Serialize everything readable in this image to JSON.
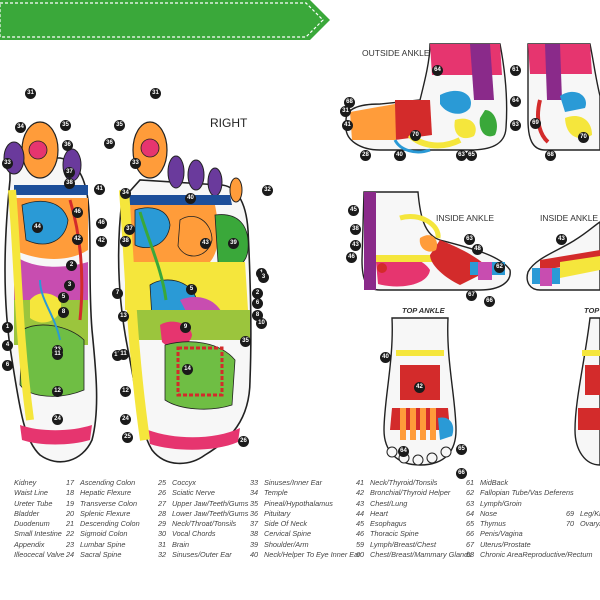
{
  "title": "REFLEXOLOGY CHART",
  "labels": {
    "right": "RIGHT",
    "outside_ankle": "OUTSIDE ANKLE",
    "inside_ankle_1": "INSIDE ANKLE",
    "inside_ankle_2": "INSIDE ANKLE",
    "top_ankle_1": "TOP ANKLE",
    "top_ankle_2": "TOP"
  },
  "legend": [
    [
      {
        "n": "",
        "t": "Kidney"
      },
      {
        "n": "",
        "t": "Waist Line"
      },
      {
        "n": "",
        "t": "Ureter Tube"
      },
      {
        "n": "",
        "t": "Bladder"
      },
      {
        "n": "",
        "t": "Duodenum"
      },
      {
        "n": "",
        "t": "Small Intestine"
      },
      {
        "n": "",
        "t": "Appendix"
      },
      {
        "n": "",
        "t": "Illeocecal Valve"
      }
    ],
    [
      {
        "n": "17",
        "t": "Ascending Colon"
      },
      {
        "n": "18",
        "t": "Hepatic Flexure"
      },
      {
        "n": "19",
        "t": "Transverse Colon"
      },
      {
        "n": "20",
        "t": "Splenic Flexure"
      },
      {
        "n": "21",
        "t": "Descending Colon"
      },
      {
        "n": "22",
        "t": "Sigmoid Colon"
      },
      {
        "n": "23",
        "t": "Lumbar Spine"
      },
      {
        "n": "24",
        "t": "Sacral Spine"
      }
    ],
    [
      {
        "n": "25",
        "t": "Coccyx"
      },
      {
        "n": "26",
        "t": "Sciatic Nerve"
      },
      {
        "n": "27",
        "t": "Upper Jaw/Teeth/Gums"
      },
      {
        "n": "28",
        "t": "Lower Jaw/Teeth/Gums"
      },
      {
        "n": "29",
        "t": "Neck/Throat/Tonsils"
      },
      {
        "n": "30",
        "t": "Vocal Chords"
      },
      {
        "n": "31",
        "t": "Brain"
      },
      {
        "n": "32",
        "t": "Sinuses/Outer Ear"
      }
    ],
    [
      {
        "n": "33",
        "t": "Sinuses/Inner Ear"
      },
      {
        "n": "34",
        "t": "Temple"
      },
      {
        "n": "35",
        "t": "Pineal/Hypothalamus"
      },
      {
        "n": "36",
        "t": "Pituitary"
      },
      {
        "n": "37",
        "t": "Side Of Neck"
      },
      {
        "n": "38",
        "t": "Cervical Spine"
      },
      {
        "n": "39",
        "t": "Shoulder/Arm"
      },
      {
        "n": "40",
        "t": "Neck/Helper To Eye  Inner Ear"
      }
    ],
    [
      {
        "n": "41",
        "t": "Neck/Thyroid/Tonsils"
      },
      {
        "n": "42",
        "t": "Bronchial/Thyroid Helper"
      },
      {
        "n": "43",
        "t": "Chest/Lung"
      },
      {
        "n": "44",
        "t": "Heart"
      },
      {
        "n": "45",
        "t": "Esophagus"
      },
      {
        "n": "46",
        "t": "Thoracic Spine"
      },
      {
        "n": "59",
        "t": "Lymph/Breast/Chest"
      },
      {
        "n": "60",
        "t": "Chest/Breast/Mammary Glands"
      }
    ],
    [
      {
        "n": "61",
        "t": "MidBack"
      },
      {
        "n": "62",
        "t": "Fallopian Tube/Vas Deferens"
      },
      {
        "n": "63",
        "t": "Lymph/Groin"
      },
      {
        "n": "64",
        "t": "Nose"
      },
      {
        "n": "65",
        "t": "Thymus"
      },
      {
        "n": "66",
        "t": "Penis/Vagina"
      },
      {
        "n": "67",
        "t": "Uterus/Prostate"
      },
      {
        "n": "68",
        "t": "Chronic AreaReproductive/Rectum"
      }
    ],
    [
      {
        "n": "",
        "t": ""
      },
      {
        "n": "",
        "t": ""
      },
      {
        "n": "",
        "t": ""
      },
      {
        "n": "69",
        "t": "Leg/Kne"
      },
      {
        "n": "70",
        "t": "Ovary/T"
      }
    ]
  ],
  "markers": {
    "left_foot": [
      "31",
      "34",
      "35",
      "33",
      "36",
      "37",
      "38",
      "46",
      "44",
      "42",
      "2",
      "3",
      "5",
      "8",
      "23",
      "11",
      "12",
      "24",
      "1",
      "4",
      "6"
    ],
    "right_foot": [
      "31",
      "35",
      "36",
      "33",
      "34",
      "37",
      "38",
      "32",
      "41",
      "40",
      "43",
      "39",
      "46",
      "42",
      "7",
      "13",
      "17",
      "11",
      "12",
      "24",
      "25",
      "1",
      "2",
      "5",
      "6",
      "8",
      "9",
      "10",
      "35",
      "14",
      "26",
      "3"
    ],
    "outside": [
      "64",
      "63",
      "68",
      "41",
      "31",
      "28",
      "29",
      "40",
      "70",
      "65",
      "61",
      "64",
      "63",
      "69",
      "68",
      "70"
    ],
    "inside": [
      "45",
      "38",
      "43",
      "46",
      "63",
      "48",
      "62",
      "67",
      "66",
      "43"
    ],
    "top": [
      "40",
      "42",
      "64",
      "65",
      "66"
    ]
  }
}
